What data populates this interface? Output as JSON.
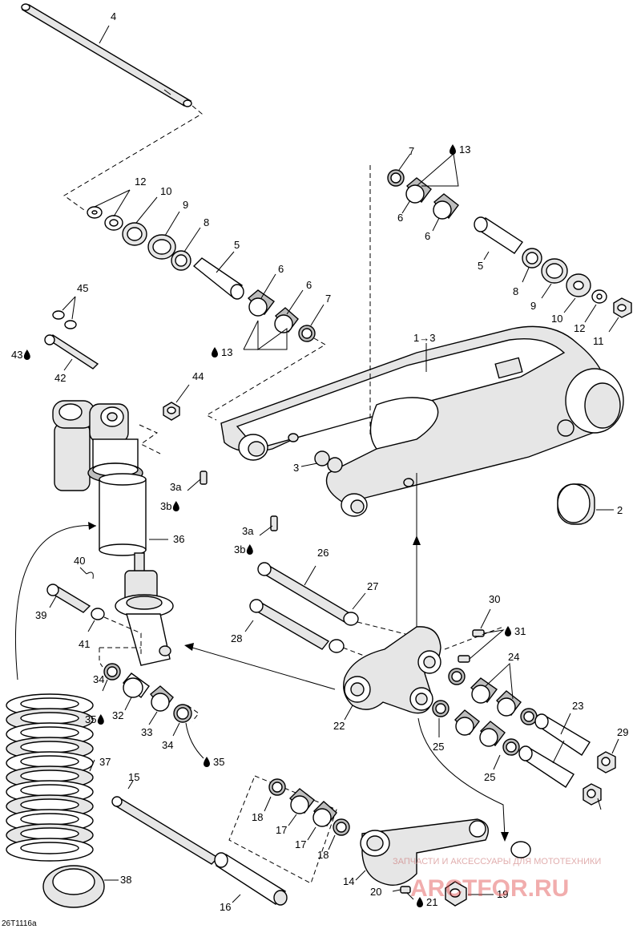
{
  "diagram": {
    "code": "26T1116a",
    "callouts": [
      {
        "id": "c-4",
        "text": "4"
      },
      {
        "id": "c-12a",
        "text": "12"
      },
      {
        "id": "c-10a",
        "text": "10"
      },
      {
        "id": "c-9a",
        "text": "9"
      },
      {
        "id": "c-8a",
        "text": "8"
      },
      {
        "id": "c-5a",
        "text": "5"
      },
      {
        "id": "c-6a",
        "text": "6"
      },
      {
        "id": "c-6b",
        "text": "6"
      },
      {
        "id": "c-7a",
        "text": "7"
      },
      {
        "id": "c-13a",
        "text": "13"
      },
      {
        "id": "c-45",
        "text": "45"
      },
      {
        "id": "c-43",
        "text": "43"
      },
      {
        "id": "c-42",
        "text": "42"
      },
      {
        "id": "c-44",
        "text": "44"
      },
      {
        "id": "c-3a1",
        "text": "3a"
      },
      {
        "id": "c-3b1",
        "text": "3b"
      },
      {
        "id": "c-3a2",
        "text": "3a"
      },
      {
        "id": "c-3b2",
        "text": "3b"
      },
      {
        "id": "c-3",
        "text": "3"
      },
      {
        "id": "c-36",
        "text": "36"
      },
      {
        "id": "c-40",
        "text": "40"
      },
      {
        "id": "c-39",
        "text": "39"
      },
      {
        "id": "c-41",
        "text": "41"
      },
      {
        "id": "c-34a",
        "text": "34"
      },
      {
        "id": "c-35a",
        "text": "35"
      },
      {
        "id": "c-32",
        "text": "32"
      },
      {
        "id": "c-33",
        "text": "33"
      },
      {
        "id": "c-34b",
        "text": "34"
      },
      {
        "id": "c-35b",
        "text": "35"
      },
      {
        "id": "c-37",
        "text": "37"
      },
      {
        "id": "c-38",
        "text": "38"
      },
      {
        "id": "c-15",
        "text": "15"
      },
      {
        "id": "c-16",
        "text": "16"
      },
      {
        "id": "c-18a",
        "text": "18"
      },
      {
        "id": "c-17a",
        "text": "17"
      },
      {
        "id": "c-17b",
        "text": "17"
      },
      {
        "id": "c-18b",
        "text": "18"
      },
      {
        "id": "c-14",
        "text": "14"
      },
      {
        "id": "c-20",
        "text": "20"
      },
      {
        "id": "c-21",
        "text": "21"
      },
      {
        "id": "c-19",
        "text": "19"
      },
      {
        "id": "c-26",
        "text": "26"
      },
      {
        "id": "c-27",
        "text": "27"
      },
      {
        "id": "c-28",
        "text": "28"
      },
      {
        "id": "c-22",
        "text": "22"
      },
      {
        "id": "c-30",
        "text": "30"
      },
      {
        "id": "c-31",
        "text": "31"
      },
      {
        "id": "c-24",
        "text": "24"
      },
      {
        "id": "c-25a",
        "text": "25"
      },
      {
        "id": "c-25b",
        "text": "25"
      },
      {
        "id": "c-23",
        "text": "23"
      },
      {
        "id": "c-29",
        "text": "29"
      },
      {
        "id": "c-7b",
        "text": "7"
      },
      {
        "id": "c-13b",
        "text": "13"
      },
      {
        "id": "c-6c",
        "text": "6"
      },
      {
        "id": "c-6d",
        "text": "6"
      },
      {
        "id": "c-5b",
        "text": "5"
      },
      {
        "id": "c-8b",
        "text": "8"
      },
      {
        "id": "c-9b",
        "text": "9"
      },
      {
        "id": "c-10b",
        "text": "10"
      },
      {
        "id": "c-12b",
        "text": "12"
      },
      {
        "id": "c-11",
        "text": "11"
      },
      {
        "id": "c-1",
        "text": "1→3"
      },
      {
        "id": "c-2",
        "text": "2"
      }
    ],
    "watermark": {
      "main": "ARCTFOR.RU",
      "sub": "ЗАПЧАСТИ И АКСЕССУАРЫ ДЛЯ МОТОТЕХНИКИ"
    }
  }
}
